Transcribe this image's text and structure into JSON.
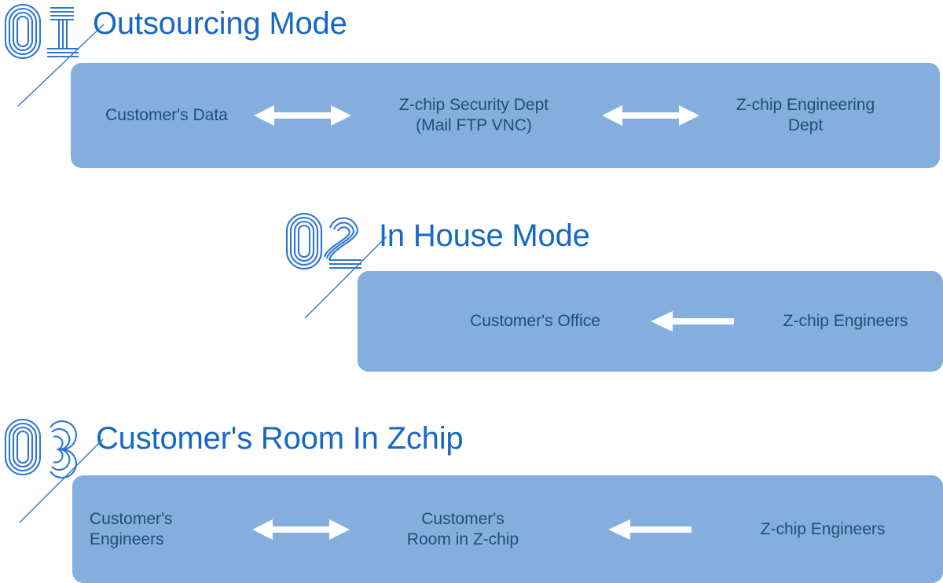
{
  "meta": {
    "accent_blue": "#1668C4",
    "band_fill": "#83AEDD",
    "node_text_color": "#1F4E79",
    "arrow_color": "#FFFFFF",
    "background": "#FFFFFF"
  },
  "sections": [
    {
      "number": "01",
      "title": "Outsourcing Mode",
      "nodes": [
        {
          "label": "Customer's Data"
        },
        {
          "label": "Z-chip Security Dept\n(Mail FTP VNC)"
        },
        {
          "label": "Z-chip Engineering\nDept"
        }
      ],
      "connectors": [
        {
          "type": "double-arrow",
          "direction": "both"
        },
        {
          "type": "double-arrow",
          "direction": "both"
        }
      ]
    },
    {
      "number": "02",
      "title": "In House Mode",
      "nodes": [
        {
          "label": "Customer's Office"
        },
        {
          "label": "Z-chip Engineers"
        }
      ],
      "connectors": [
        {
          "type": "single-arrow",
          "direction": "left"
        }
      ]
    },
    {
      "number": "03",
      "title": "Customer's Room In Zchip",
      "nodes": [
        {
          "label": "Customer's\nEngineers"
        },
        {
          "label": "Customer's\nRoom in Z-chip"
        },
        {
          "label": "Z-chip Engineers"
        }
      ],
      "connectors": [
        {
          "type": "double-arrow",
          "direction": "both"
        },
        {
          "type": "single-arrow",
          "direction": "left"
        }
      ]
    }
  ]
}
